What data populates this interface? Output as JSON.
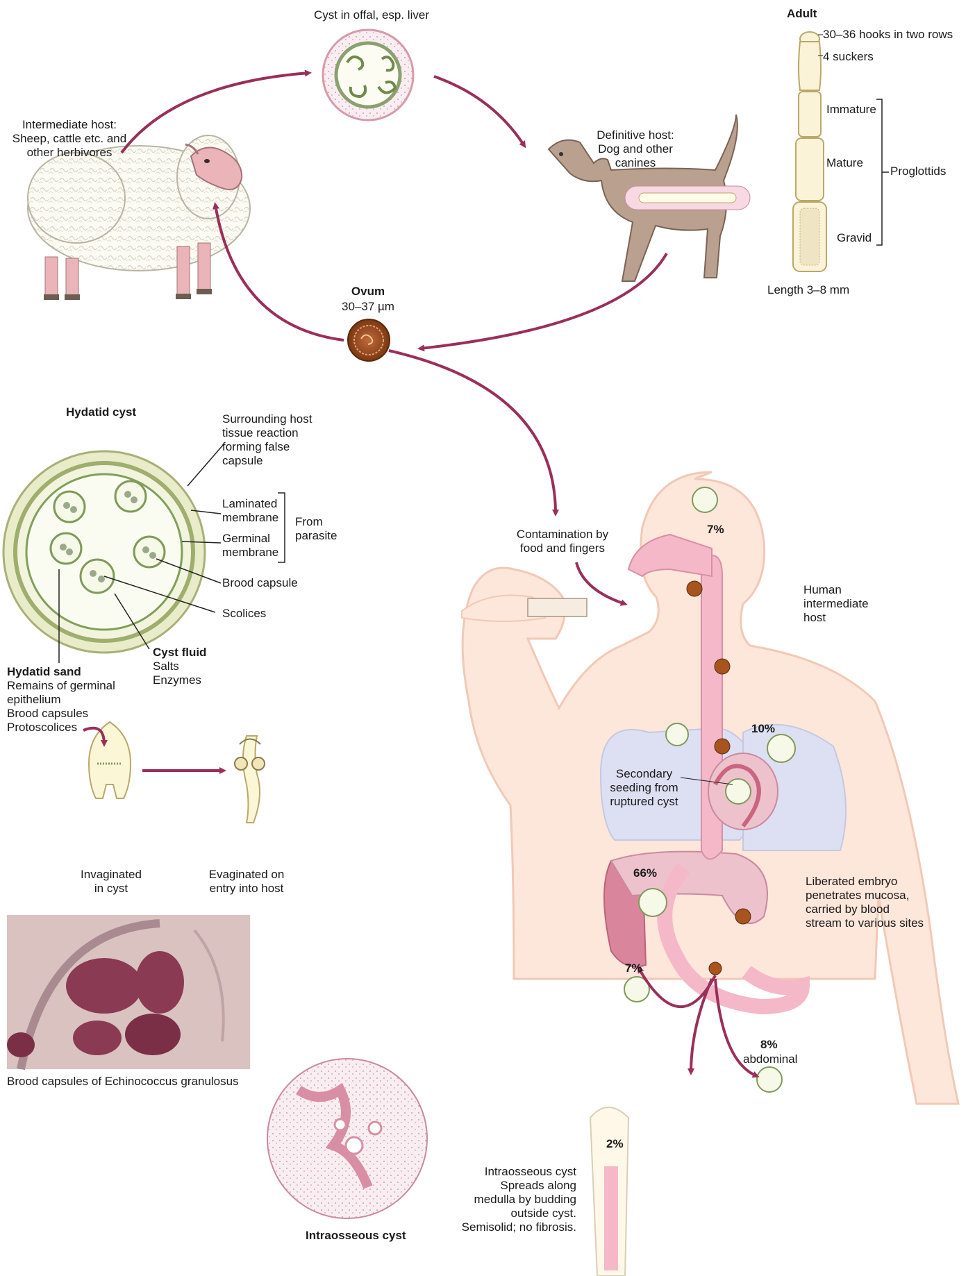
{
  "labels": {
    "cyst_offal": "Cyst in offal, esp. liver",
    "intermediate_host": [
      "Intermediate host:",
      "Sheep, cattle etc. and",
      "other herbivores"
    ],
    "definitive_host": [
      "Definitive host:",
      "Dog and other",
      "canines"
    ],
    "ovum_title": "Ovum",
    "ovum_size": "30–37 µm",
    "adult_title": "Adult",
    "hooks": "30–36 hooks in two rows",
    "suckers": "4 suckers",
    "immature": "Immature",
    "mature": "Mature",
    "proglottids": "Proglottids",
    "gravid": "Gravid",
    "length": "Length 3–8 mm",
    "hydatid_cyst_title": "Hydatid cyst",
    "host_reaction": [
      "Surrounding host",
      "tissue reaction",
      "forming false",
      "capsule"
    ],
    "laminated": [
      "Laminated",
      "membrane"
    ],
    "germinal": [
      "Germinal",
      "membrane"
    ],
    "from_parasite": [
      "From",
      "parasite"
    ],
    "brood_capsule": "Brood capsule",
    "scolices": "Scolices",
    "cyst_fluid_title": "Cyst fluid",
    "cyst_fluid_items": [
      "Salts",
      "Enzymes"
    ],
    "hydatid_sand_title": "Hydatid sand",
    "hydatid_sand_items": [
      "Remains of germinal",
      "epithelium",
      "Brood capsules",
      "Protoscolices"
    ],
    "invaginated": [
      "Invaginated",
      "in cyst"
    ],
    "evaginated": [
      "Evaginated on",
      "entry into host"
    ],
    "micro_caption": "Brood capsules of Echinococcus granulosus",
    "contamination": [
      "Contamination by",
      "food and fingers"
    ],
    "human_host": [
      "Human",
      "intermediate",
      "host"
    ],
    "secondary": [
      "Secondary",
      "seeding from",
      "ruptured cyst"
    ],
    "liberated": [
      "Liberated embryo",
      "penetrates mucosa,",
      "carried by blood",
      "stream to various sites"
    ],
    "abdominal": "abdominal",
    "intraosseous_title": "Intraosseous cyst",
    "intraosseous_note": [
      "Intraosseous cyst",
      "Spreads along",
      "medulla by budding",
      "outside cyst.",
      "Semisolid; no fibrosis."
    ]
  },
  "percentages": {
    "brain": "7%",
    "lung": "10%",
    "liver": "66%",
    "kidney": "7%",
    "abdominal": "8%",
    "bone": "2%"
  }
}
